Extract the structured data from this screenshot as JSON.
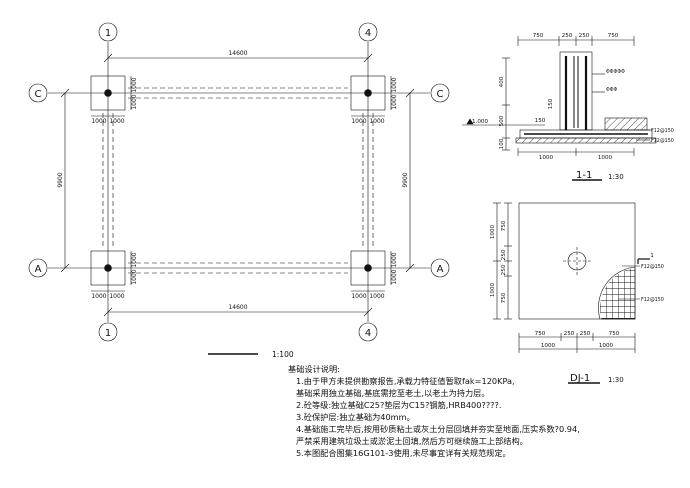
{
  "plan": {
    "grid_labels": {
      "col_left": "1",
      "col_right": "4",
      "row_top": "C",
      "row_bottom": "A"
    },
    "dim_top": "14600",
    "dim_bottom": "14600",
    "dim_left": "9900",
    "dim_right": "9900",
    "pad_dim": "1000",
    "scale_label": "1:100"
  },
  "section": {
    "top_dims": [
      "750",
      "250",
      "250",
      "750"
    ],
    "bottom_dims": [
      "1000",
      "1000"
    ],
    "left_dims": [
      "400",
      "500",
      "100"
    ],
    "level_label": "-1.000",
    "small_labels": [
      "150",
      "150"
    ],
    "rebar_label_1": "ΦΦΦΦΦ",
    "rebar_label_2": "ΦΦΦ",
    "rebar_label_3": "F12@150",
    "rebar_label_4": "F12@150",
    "title_num": "1-1",
    "title_scale": "1:30"
  },
  "detail": {
    "left_dims": [
      "1000",
      "750",
      "250",
      "250",
      "750",
      "1000"
    ],
    "cut_label": "1",
    "rebar_label_1": "F12@150",
    "rebar_label_2": "F12@150",
    "bottom_dims": [
      "750",
      "250",
      "250",
      "750"
    ],
    "bottom_dims2": [
      "1000",
      "1000"
    ],
    "title_num": "DJ-1",
    "title_scale": "1:30"
  },
  "notes": {
    "title": "基础设计说明:",
    "lines": [
      "1.由于甲方未提供勘察报告,承载力特征值暂取fak=120KPa,",
      "  基础采用独立基础,基底需挖至老土,以老土为持力层。",
      "2.砼等级:独立基础C25?垫层为C15?钢筋,HRB400????.",
      "3.砼保护层:独立基础为40mm。",
      "4.基础施工完毕后,按用砂质粘土或灰土分层回填并夯实至地面,压实系数?0.94,",
      "  严禁采用建筑垃圾土或淤泥土回填,然后方可继续施工上部结构。",
      "5.本图配合图集16G101-3使用,未尽事宜详有关规范规定。"
    ]
  }
}
